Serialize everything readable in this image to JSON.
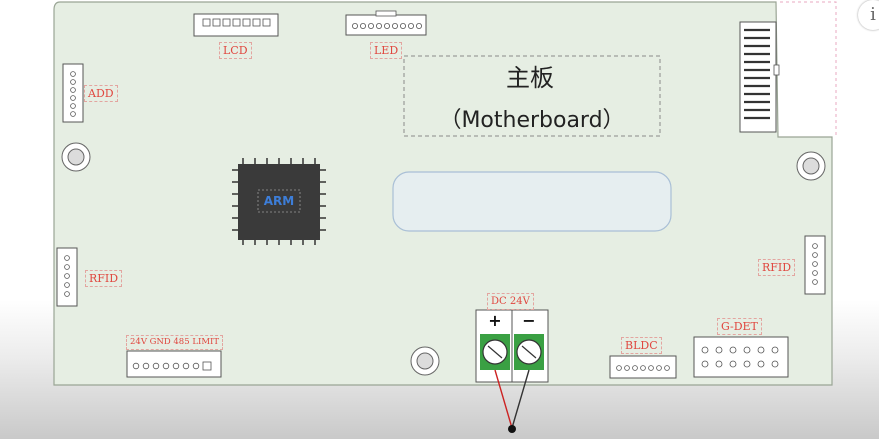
{
  "board": {
    "title": "主板",
    "subtitle": "（Motherboard）",
    "chip_label": "ARM",
    "power_polarity_plus": "+",
    "power_polarity_minus": "−"
  },
  "labels": {
    "lcd": "LCD",
    "led": "LED",
    "add": "ADD",
    "rfid_left": "RFID",
    "rfid_right": "RFID",
    "bottom_connector": "24V GND 485 LIMIT",
    "dc": "DC 24V",
    "bldc": "BLDC",
    "gdet": "G-DET"
  },
  "ui": {
    "info_button": "i"
  },
  "colors": {
    "board_fill": "#e6eee3",
    "board_border": "#9aa595",
    "label_red": "#e0473f",
    "chip": "#3a3a3a",
    "chip_text": "#3d7ed9",
    "terminal_green": "#3aa043",
    "wire_red": "#cc2222"
  }
}
